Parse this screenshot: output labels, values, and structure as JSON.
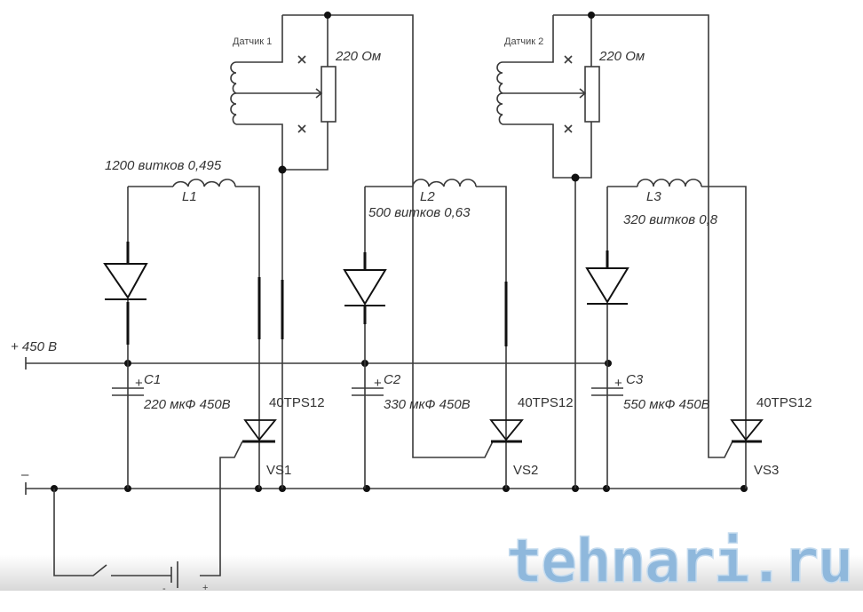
{
  "diagram": {
    "supply_plus": "+ 450 В",
    "supply_minus": "–",
    "sensor1": {
      "label": "Датчик 1",
      "resistor": "220 Ом"
    },
    "sensor2": {
      "label": "Датчик 2",
      "resistor": "220 Ом"
    },
    "coils": [
      {
        "name": "L1",
        "spec": "1200 витков 0,495"
      },
      {
        "name": "L2",
        "spec": "500 витков 0,63"
      },
      {
        "name": "L3",
        "spec": "320 витков 0,8"
      }
    ],
    "capacitors": [
      {
        "name": "C1",
        "spec": "220 мкФ 450В"
      },
      {
        "name": "C2",
        "spec": "330 мкФ 450В"
      },
      {
        "name": "C3",
        "spec": "550 мкФ 450В"
      }
    ],
    "thyristors": [
      {
        "name": "VS1",
        "part": "40TPS12"
      },
      {
        "name": "VS2",
        "part": "40TPS12"
      },
      {
        "name": "VS3",
        "part": "40TPS12"
      }
    ],
    "plus_sign": "+",
    "battery_minus": "-",
    "battery_plus": "+",
    "watermark": "tehnari.ru",
    "colors": {
      "wire": "#3a3a3a",
      "watermark": "#8fb8dc"
    }
  }
}
